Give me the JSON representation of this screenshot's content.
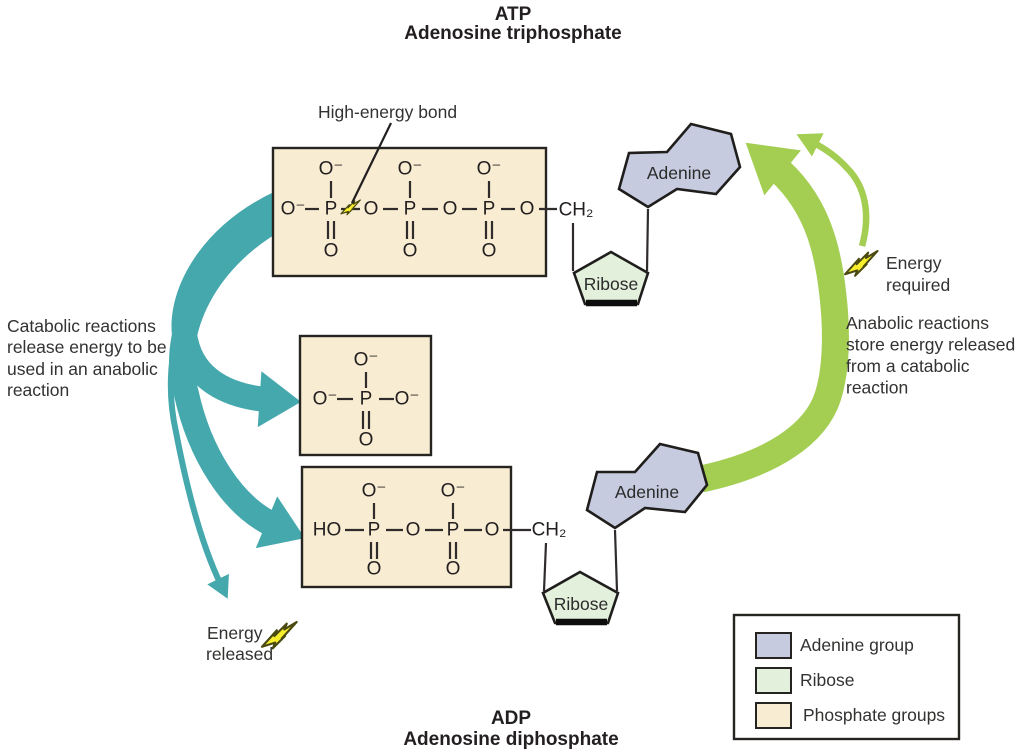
{
  "title_top": {
    "abbr": "ATP",
    "name": "Adenosine triphosphate"
  },
  "title_bottom": {
    "abbr": "ADP",
    "name": "Adenosine diphosphate"
  },
  "annotations": {
    "high_energy_bond": "High-energy bond",
    "catabolic_lines": [
      "Catabolic reactions",
      "release energy to be",
      "used in an anabolic",
      "reaction"
    ],
    "anabolic_lines": [
      "Anabolic reactions",
      "store energy released",
      "from a catabolic",
      "reaction"
    ],
    "energy_released_lines": [
      "Energy",
      "released"
    ],
    "energy_required_lines": [
      "Energy",
      "required"
    ]
  },
  "chem": {
    "o_minus": "O⁻",
    "o": "O",
    "p": "P",
    "ho": "HO",
    "ch2": "CH₂"
  },
  "groups": {
    "adenine": "Adenine",
    "ribose": "Ribose"
  },
  "legend": {
    "items": [
      {
        "label": "Adenine group",
        "color": "#c7cbdf"
      },
      {
        "label": "Ribose",
        "color": "#e3f0dc"
      },
      {
        "label": "Phosphate groups",
        "color": "#f8ecd2"
      }
    ]
  },
  "colors": {
    "catabolic_arrow": "#45a8ad",
    "anabolic_arrow": "#a3ce52",
    "phosphate_fill": "#f8ecd2",
    "adenine_fill": "#c7cbdf",
    "ribose_fill": "#e3f0dc",
    "bolt_yellow": "#f8ee2d"
  }
}
